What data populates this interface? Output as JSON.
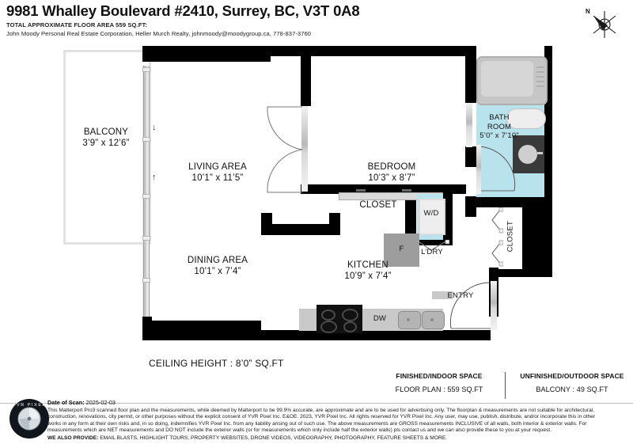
{
  "header": {
    "address": "9981 Whalley Boulevard #2410, Surrey, BC, V3T 0A8",
    "total_area": "TOTAL APPROXIMATE FLOOR AREA 559 SQ.FT:",
    "agent": "John Moody Personal Real Estate Corporation, Heller Murch Realty, johnmoody@moodygroup.ca, 778-837-3760"
  },
  "compass": {
    "north_label": "N"
  },
  "rooms": [
    {
      "name": "balcony",
      "label": "BALCONY",
      "dim": "3’9” x 12’6”"
    },
    {
      "name": "living",
      "label": "LIVING AREA",
      "dim": "10’1” x 11’5”"
    },
    {
      "name": "bedroom",
      "label": "BEDROOM",
      "dim": "10’3” x 8’7”"
    },
    {
      "name": "bathroom",
      "label1": "BATH",
      "label2": "ROOM",
      "dim": "5’0” x 7’10”"
    },
    {
      "name": "dining",
      "label": "DINING AREA",
      "dim": "10’1” x 7’4”"
    },
    {
      "name": "kitchen",
      "label": "KITCHEN",
      "dim": "10’9” x 7’4”"
    }
  ],
  "plan_labels": {
    "closet_bedroom": "CLOSET",
    "closet_entry": "CLOSET",
    "laundry": "L’DRY",
    "washer_dryer": "W/D",
    "fridge": "F",
    "dishwasher": "DW",
    "entry": "ENTRY"
  },
  "ceiling": "CEILING HEIGHT :  8’0” SQ.FT",
  "legend": {
    "finished": {
      "heading": "FINISHED/INDOOR SPACE",
      "value": "FLOOR PLAN  :  559 SQ.FT"
    },
    "unfinished": {
      "heading": "UNFINISHED/OUTDOOR SPACE",
      "value": "BALCONY  :  49 SQ.FT"
    }
  },
  "footer": {
    "date_label": "Date of Scan:",
    "date_value": " 2025-02-03",
    "disclaimer_line1": "This Matterport Pro3 scanned floor plan and the measurements, while deemed by Matterport to be 99.9% accurate, are approximate and are to be used for advertising only. The floorplan & measurements are not suitable for architectural,",
    "disclaimer_line2": "construction, renovations, city permit, or other purposes without the explicit consent of YVR Pixel Inc. E&OE. 2023, YVR Pixel Inc. All rights reserved for YVR Pixel Inc. Any user, may use, publish, distribute, and/or incorporate this in other",
    "disclaimer_line3": "works in any form at their own risks and, in so doing, indemnifies YVR Pixel Inc. from any liability arising out of such use. The above measurements are GROSS measurements INCLUSIVE of all walls, both interior & exterior walls. For",
    "disclaimer_line4": "measurements which are NET measurements and DO NOT include the exterior walls (or for measurements which only include half the exterior walls) pls contact us and we can also provide these to you at your request.",
    "provide_label": "WE ALSO PROVIDE:",
    "provide_value": " EMAIL BLASTS, HIGHLIGHT TOURS, PROPERTY WEBSITES, DRONE VIDEOS, VIDEOGRAPHY, PHOTOGRAPHY, FEATURE SHEETS & MORE.",
    "logo_text": "YVR PIXEL"
  },
  "colors": {
    "wall": "#000000",
    "tile": "#b9e3ec",
    "counter": "#c9c9c9",
    "appliance": "#9d9d9d",
    "text": "#111111"
  }
}
